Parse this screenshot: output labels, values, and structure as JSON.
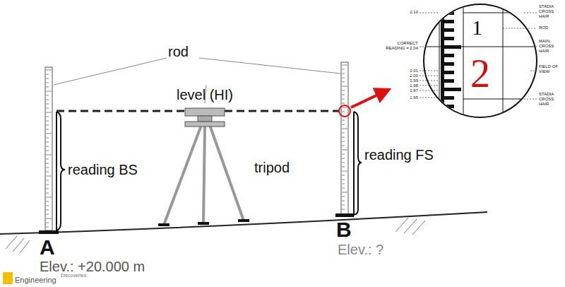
{
  "diagram": {
    "labels": [
      "rod",
      "level (HI)",
      "reading BS",
      "tripod",
      "reading FS",
      "A",
      "Elev.: +20.000 m",
      "B",
      "Elev.: ?",
      "STADIA CROSS HAIR",
      "ROD",
      "MAIN CROSS HAIR",
      "FIELD OF VIEW",
      "STADIA CROSS HAIR",
      "2.10",
      "CORRECT READING = 2.04",
      "2.01",
      "2.00",
      "1.99",
      "1.98",
      "1.97",
      "1.95",
      "1",
      "2",
      "Engineering",
      "Discoveries"
    ]
  }
}
